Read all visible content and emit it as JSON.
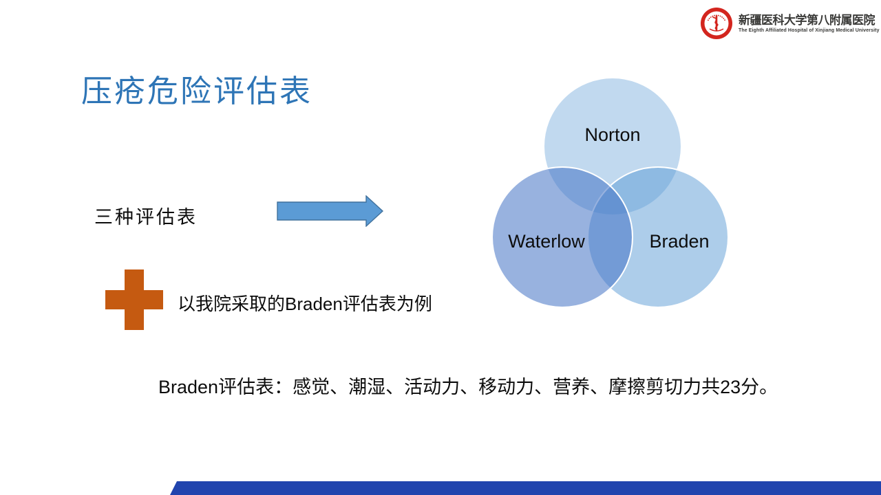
{
  "slide": {
    "title": "压疮危险评估表"
  },
  "header": {
    "hospital_name_zh": "新疆医科大学第八附属医院",
    "hospital_name_en": "The Eighth Affiliated Hospital of Xinjiang Medical University"
  },
  "body": {
    "lead_label": "三种评估表",
    "example_text": "以我院采取的Braden评估表为例",
    "summary_text": "Braden评估表：感觉、潮湿、活动力、移动力、营养、摩擦剪切力共23分。"
  },
  "chart_data": {
    "type": "venn",
    "sets": [
      {
        "label": "Norton",
        "fill": "rgba(91,155,213,0.38)"
      },
      {
        "label": "Braden",
        "fill": "rgba(91,155,213,0.50)"
      },
      {
        "label": "Waterlow",
        "fill": "rgba(68,114,196,0.55)"
      }
    ]
  },
  "colors": {
    "title_blue": "#2E75B6",
    "arrow_fill": "#5B9BD5",
    "arrow_stroke": "#41719C",
    "plus_orange": "#C55A11",
    "seal_red": "#D3251E",
    "footer_band_blue": "#2144AE",
    "org_name_dark": "#3A3A38",
    "venn_label_black": "#0D0D0D"
  }
}
